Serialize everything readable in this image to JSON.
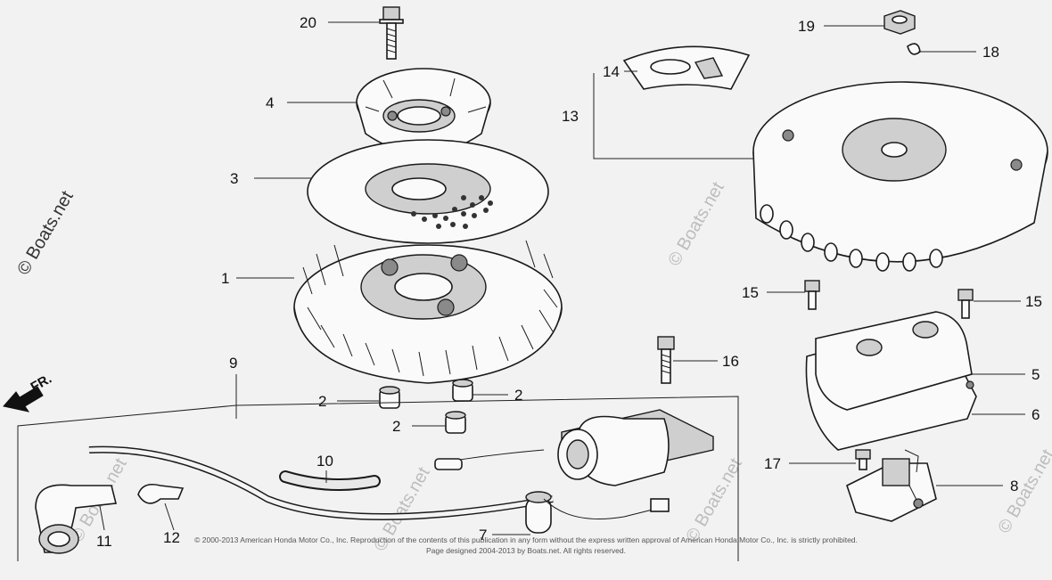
{
  "watermark": {
    "brand": "© Boats.net"
  },
  "direction_label": "FR.",
  "copyright": {
    "line1": "© 2000-2013 American Honda Motor Co., Inc. Reproduction of the contents of this publication in any form without the express written approval of American Honda Motor Co., Inc. is strictly prohibited.",
    "line2": "Page designed 2004-2013 by Boats.net. All rights reserved."
  },
  "callouts": {
    "c1": "1",
    "c2a": "2",
    "c2b": "2",
    "c2c": "2",
    "c3": "3",
    "c4": "4",
    "c5": "5",
    "c6": "6",
    "c7": "7",
    "c8": "8",
    "c9": "9",
    "c10": "10",
    "c11": "11",
    "c12": "12",
    "c13": "13",
    "c14": "14",
    "c15a": "15",
    "c15b": "15",
    "c16": "16",
    "c17": "17",
    "c18": "18",
    "c19": "19",
    "c20": "20"
  }
}
